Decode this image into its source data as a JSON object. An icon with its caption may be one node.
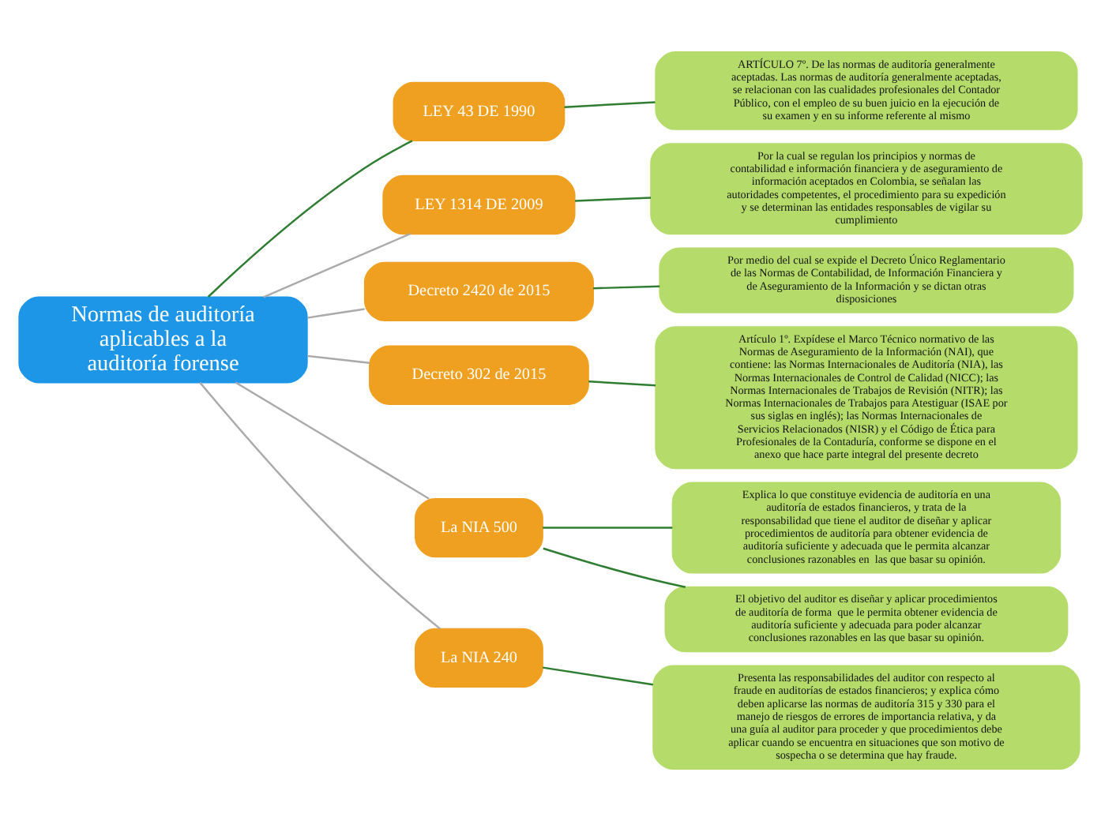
{
  "diagram": {
    "nodes": [
      {
        "text": [
          "Normas de auditoría aplicables a la auditoría forense"
        ]
      },
      {
        "text": [
          "LEY 43 DE 1990"
        ]
      },
      {
        "text": [
          "ARTÍCULO 7º. De las normas de auditoría generalmente aceptadas. Las normas de auditoría generalmente aceptadas, se relacionan con las cualidades profesionales del Contador Público, con el empleo de su buen juicio en la ejecución de su examen y en su informe referente al mismo"
        ]
      },
      {
        "text": [
          "LEY 1314 DE 2009"
        ]
      },
      {
        "text": [
          "Por la cual se regulan los principios y normas de contabilidad e información financiera y de aseguramiento de información aceptados en Colombia, se señalan las autoridades competentes, el procedimiento para su expedición y se determinan las entidades responsables de vigilar su cumplimiento"
        ]
      },
      {
        "text": [
          "Decreto 2420 de 2015"
        ]
      },
      {
        "text": [
          "Por medio del cual se expide el Decreto Único Reglamentario de las Normas de Contabilidad, de Información Financiera y de Aseguramiento de la Información y se dictan otras disposiciones"
        ]
      },
      {
        "text": [
          "Decreto 302 de 2015"
        ]
      },
      {
        "text": [
          "Artículo 1º. Expídese el Marco Técnico normativo de las Normas de Aseguramiento de la Información (NAI), que contiene: las Normas Internacionales de Auditoría (NIA), las Normas Internacionales de Control de Calidad (NICC); las Normas Internacionales de Trabajos de Revisión (NITR); las Normas Internacionales de Trabajos para Atestiguar (ISAE por sus siglas en inglés); las Normas Internacionales de Servicios Relacionados (NISR) y el Código de Ética para Profesionales de la Contaduría, conforme se dispone en el anexo que hace parte integral del presente decreto"
        ]
      },
      {
        "text": [
          "La NIA 500"
        ]
      },
      {
        "text": [
          "Explica lo que constituye evidencia de auditoría en una auditoría de estados financieros, y trata de la responsabilidad que tiene el auditor de diseñar y aplicar procedimientos de auditoría para obtener evidencia de auditoría suficiente y adecuada que le permita alcanzar conclusiones razonables en  las que basar su opinión."
        ]
      },
      {
        "text": [
          "El objetivo del auditor es diseñar y aplicar procedimientos de auditoría de forma  que le permita obtener evidencia de auditoría suficiente y adecuada para poder alcanzar conclusiones razonables en las que basar su opinión."
        ]
      },
      {
        "text": [
          "La NIA 240"
        ]
      },
      {
        "text": [
          "Presenta las responsabilidades del auditor con respecto al fraude en auditorías de estados financieros; y explica cómo deben aplicarse las normas de auditoría 315 y 330 para el manejo de riesgos de errores de importancia relativa, y da una guía al auditor para proceder y que procedimientos debe aplicar cuando se encuentra en situaciones que son motivo de sospecha o se determina que hay fraude."
        ]
      }
    ],
    "edges": [
      {
        "from": 0,
        "to": 1,
        "arrow": "none",
        "color": "#2e7d32"
      },
      {
        "from": 0,
        "to": 3,
        "arrow": "none",
        "color": "#aaaaaa"
      },
      {
        "from": 0,
        "to": 5,
        "arrow": "none",
        "color": "#aaaaaa"
      },
      {
        "from": 0,
        "to": 7,
        "arrow": "none",
        "color": "#aaaaaa"
      },
      {
        "from": 0,
        "to": 9,
        "arrow": "none",
        "color": "#aaaaaa"
      },
      {
        "from": 0,
        "to": 12,
        "arrow": "none",
        "color": "#aaaaaa"
      },
      {
        "from": 1,
        "to": 2,
        "arrow": "none"
      },
      {
        "from": 3,
        "to": 4,
        "arrow": "none"
      },
      {
        "from": 5,
        "to": 6,
        "arrow": "none"
      },
      {
        "from": 7,
        "to": 8,
        "arrow": "none"
      },
      {
        "from": 9,
        "to": 10,
        "arrow": "none"
      },
      {
        "from": 9,
        "to": 11,
        "arrow": "none"
      },
      {
        "from": 12,
        "to": 13,
        "arrow": "none"
      }
    ]
  }
}
